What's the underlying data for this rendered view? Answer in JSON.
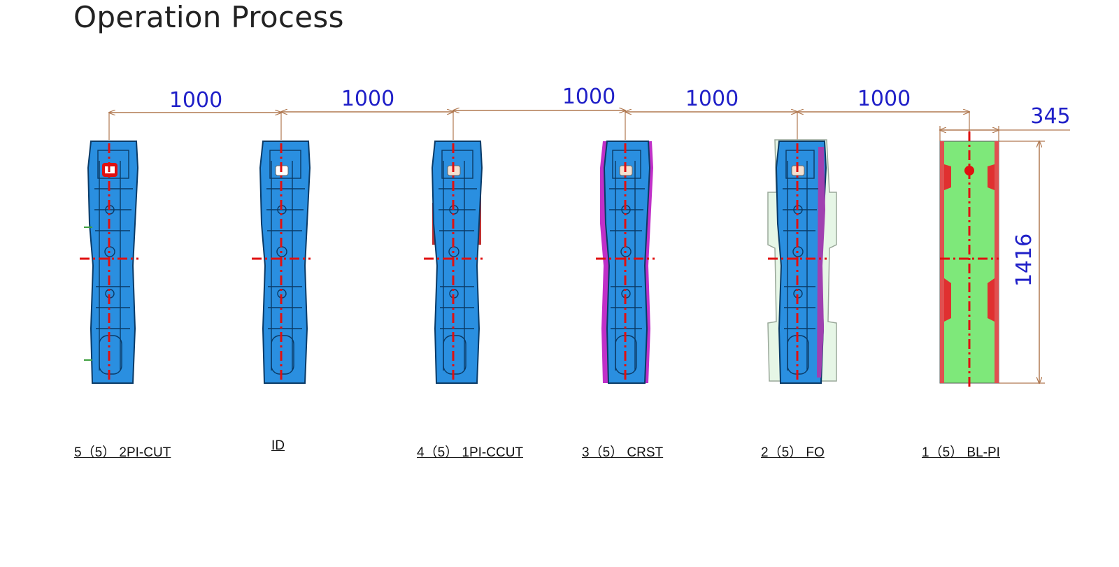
{
  "title": "Operation Process",
  "dimensions": {
    "pitch": [
      "1000",
      "1000",
      "1000",
      "1000",
      "1000"
    ],
    "width": "345",
    "height": "1416"
  },
  "stations": [
    {
      "label": "5（5） 2PI-CUT",
      "body_color": "#2a8fe0",
      "accent": "none"
    },
    {
      "label": "ID",
      "body_color": "#2a8fe0",
      "accent": "none"
    },
    {
      "label": "4（5） 1PI-CCUT",
      "body_color": "#2a8fe0",
      "accent": "red-trim"
    },
    {
      "label": "3（5） CRST",
      "body_color": "#2a8fe0",
      "accent": "magenta-flange"
    },
    {
      "label": "2（5） FO",
      "body_color": "#2a8fe0",
      "accent": "pale-green-outline"
    },
    {
      "label": "1（5） BL-PI",
      "body_color": "#7ee87a",
      "accent": "blank"
    }
  ],
  "colors": {
    "part_blue": "#2a8fe0",
    "part_dark": "#0a3a66",
    "centerline_red": "#e01010",
    "dimension_line": "#b07850",
    "dimension_text": "#2020c8",
    "blank_green": "#7ee87a",
    "magenta": "#c030c8",
    "pale_green": "#d8f0d8"
  }
}
